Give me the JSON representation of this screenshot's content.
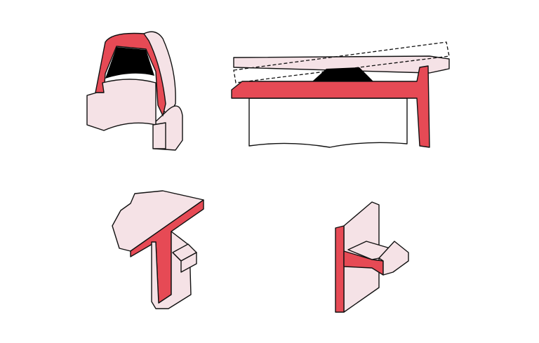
{
  "colors": {
    "section_red": "#e64a55",
    "body_pink": "#f5e2e6",
    "cavity_black": "#000000",
    "outline": "#111111",
    "background": "#ffffff"
  },
  "figures": [
    {
      "name": "cap-cross-section"
    },
    {
      "name": "pad-on-rim-with-tilted-board"
    },
    {
      "name": "t-profile-clip"
    },
    {
      "name": "plate-with-hook-arm"
    }
  ]
}
